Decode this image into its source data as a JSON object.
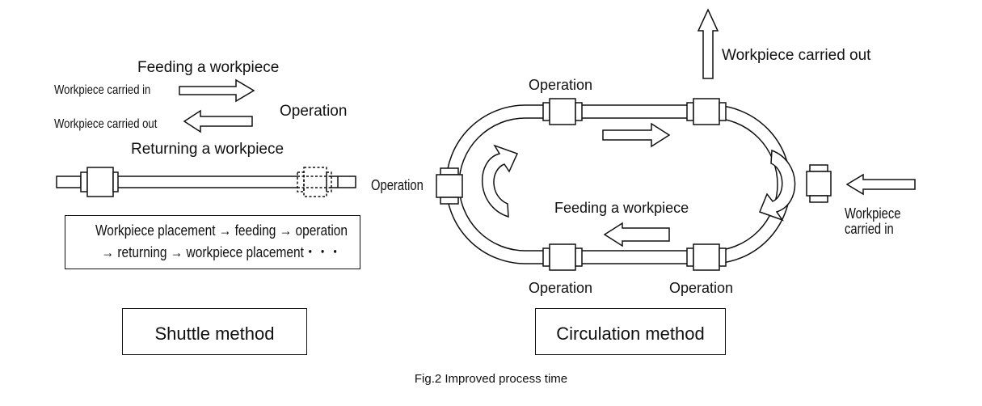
{
  "figure": {
    "caption": "Fig.2 Improved process time"
  },
  "shuttle": {
    "feeding_label": "Feeding a workpiece",
    "carried_in_label": "Workpiece carried in",
    "carried_out_label": "Workpiece carried out",
    "operation_label": "Operation",
    "returning_label": "Returning a workpiece",
    "sequence_line1": "Workpiece placement → feeding → operation",
    "sequence_line2": "→ returning → workpiece placement・・・",
    "method_label": "Shuttle method"
  },
  "circulation": {
    "carried_out_label": "Workpiece carried out",
    "operation_top_left": "Operation",
    "operation_left": "Operation",
    "operation_bottom_left": "Operation",
    "operation_bottom_right": "Operation",
    "feeding_label": "Feeding a workpiece",
    "carried_in_line1": "Workpiece",
    "carried_in_line2": "carried in",
    "method_label": "Circulation method"
  }
}
